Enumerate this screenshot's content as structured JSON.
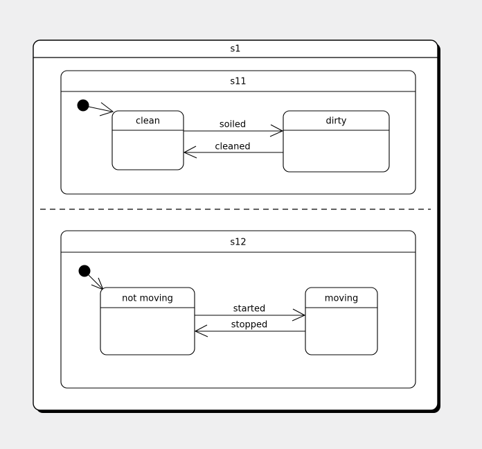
{
  "diagram": {
    "type": "uml-state-machine",
    "background_color": "#efeff0",
    "line_color": "#000000",
    "fill_color": "#ffffff",
    "shadow_color": "#000000",
    "outer_state": {
      "name": "s1",
      "label": "s1"
    },
    "regions": [
      {
        "name": "s11",
        "label": "s11",
        "initial_marker": "filled-circle",
        "states": [
          {
            "id": "clean",
            "label": "clean"
          },
          {
            "id": "dirty",
            "label": "dirty"
          }
        ],
        "transitions": [
          {
            "from": "initial",
            "to": "clean",
            "label": ""
          },
          {
            "from": "clean",
            "to": "dirty",
            "label": "soiled",
            "direction": "right"
          },
          {
            "from": "dirty",
            "to": "clean",
            "label": "cleaned",
            "direction": "left"
          }
        ]
      },
      {
        "name": "s12",
        "label": "s12",
        "initial_marker": "filled-circle",
        "states": [
          {
            "id": "not-moving",
            "label": "not moving"
          },
          {
            "id": "moving",
            "label": "moving"
          }
        ],
        "transitions": [
          {
            "from": "initial",
            "to": "not-moving",
            "label": ""
          },
          {
            "from": "not-moving",
            "to": "moving",
            "label": "started",
            "direction": "right"
          },
          {
            "from": "moving",
            "to": "not-moving",
            "label": "stopped",
            "direction": "left"
          }
        ]
      }
    ],
    "region_separator": {
      "style": "dashed",
      "orientation": "horizontal"
    }
  }
}
